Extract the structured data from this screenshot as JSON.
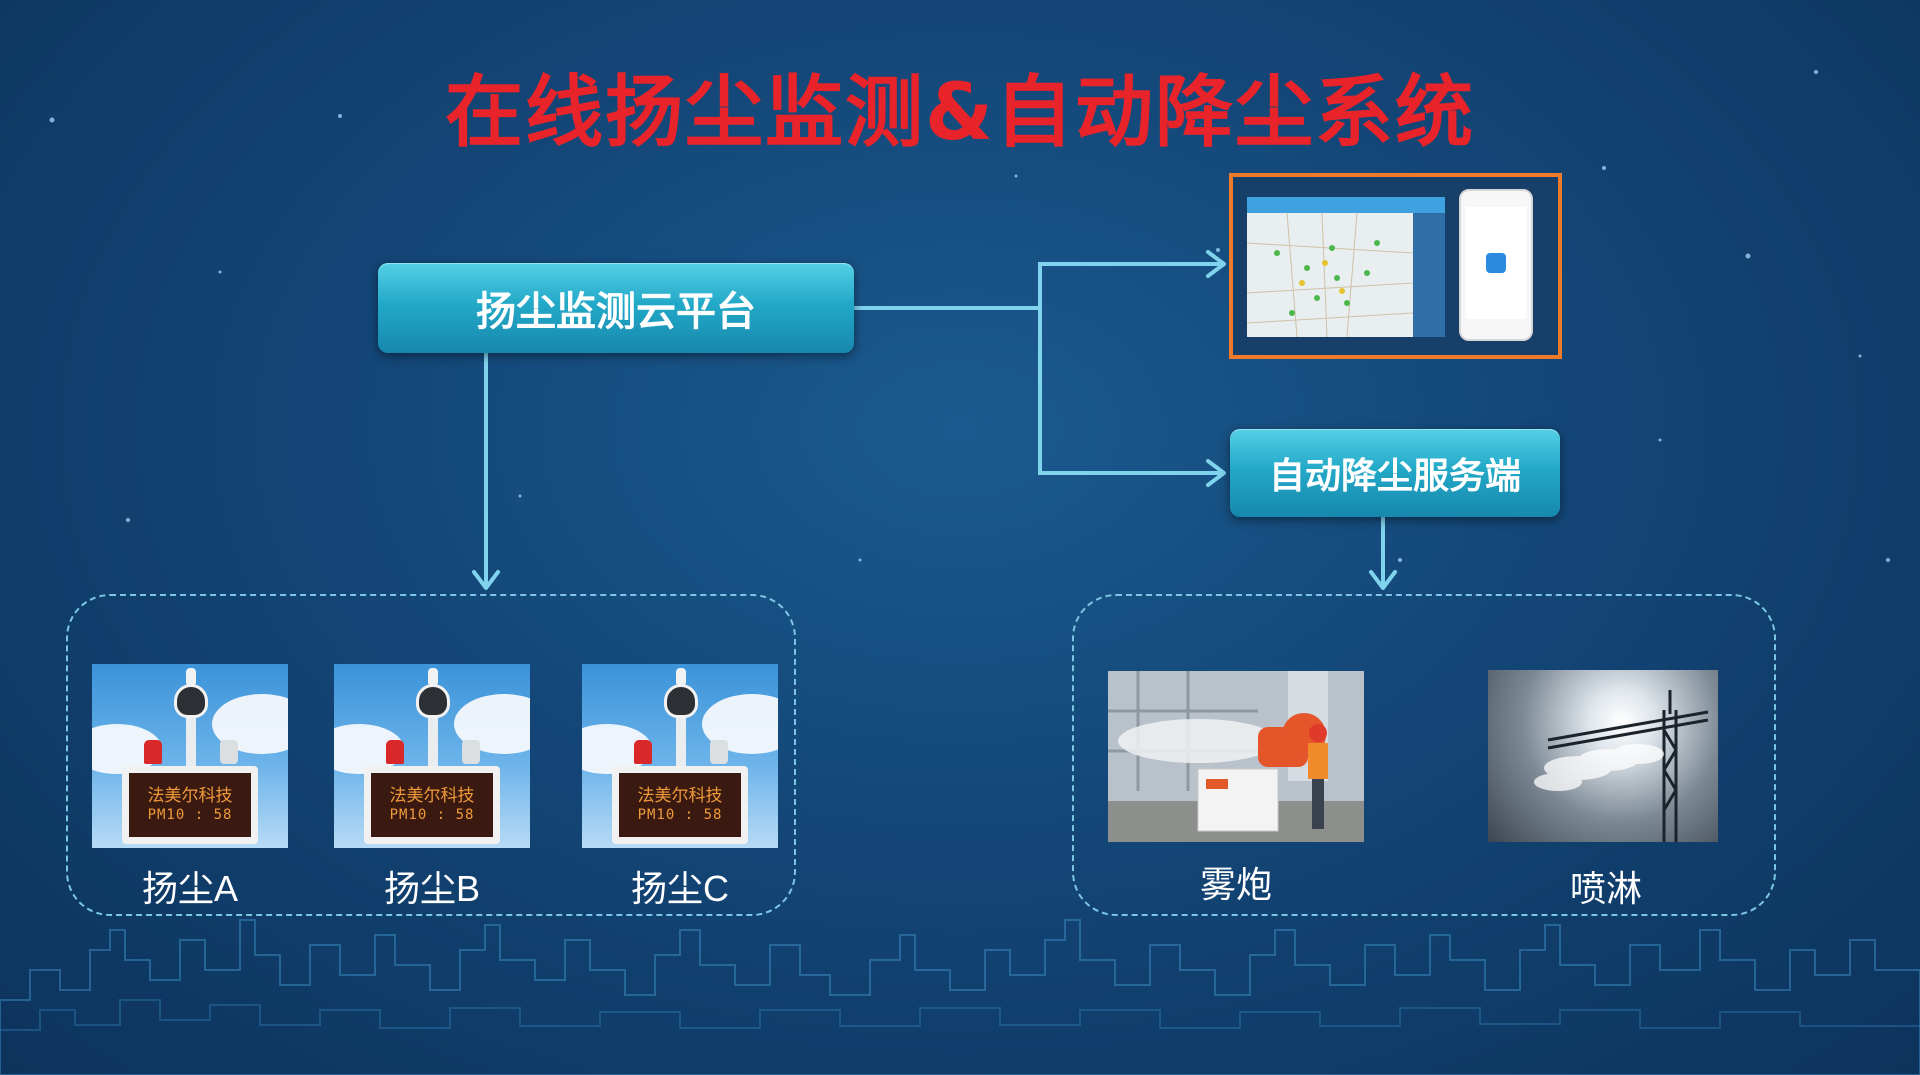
{
  "title": "在线扬尘监测&自动降尘系统",
  "nodes": {
    "cloud_platform": "扬尘监测云平台",
    "auto_dust_server": "自动降尘服务端"
  },
  "monitors": [
    {
      "label": "扬尘A",
      "board_line1": "法美尔科技",
      "board_line2": "PM10 : 58"
    },
    {
      "label": "扬尘B",
      "board_line1": "法美尔科技",
      "board_line2": "PM10 : 58"
    },
    {
      "label": "扬尘C",
      "board_line1": "法美尔科技",
      "board_line2": "PM10 : 58"
    }
  ],
  "devices": [
    {
      "label": "雾炮"
    },
    {
      "label": "喷淋"
    }
  ],
  "colors": {
    "title": "#e8232a",
    "node": "#23a9c8",
    "connector": "#7fd3ec",
    "screen_border": "#ee7a2a"
  }
}
